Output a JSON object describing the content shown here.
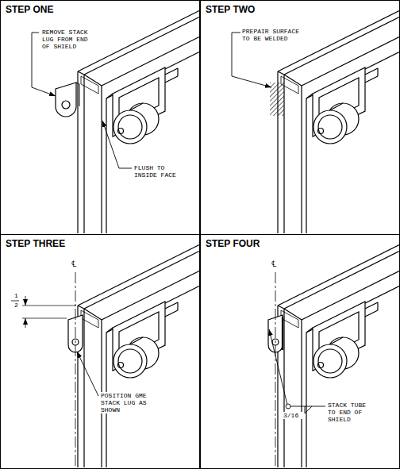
{
  "diagram": {
    "nodes": [
      {
        "text": [
          "STEP ONE"
        ]
      },
      {
        "text": [
          "STEP TWO"
        ]
      },
      {
        "text": [
          "STEP THREE"
        ]
      },
      {
        "text": [
          "STEP FOUR"
        ]
      }
    ],
    "labels": [
      "REMOVE STACK LUG FROM END OF SHIELD",
      "FLUSH TO INSIDE FACE",
      "PREPAIR SURFACE TO BE WELDED",
      "℄",
      "1",
      "2",
      "POSITION GME STACK LUG AS SHOWN",
      "℄",
      "3/16",
      "STACK TUBE TO END OF SHIELD"
    ]
  }
}
